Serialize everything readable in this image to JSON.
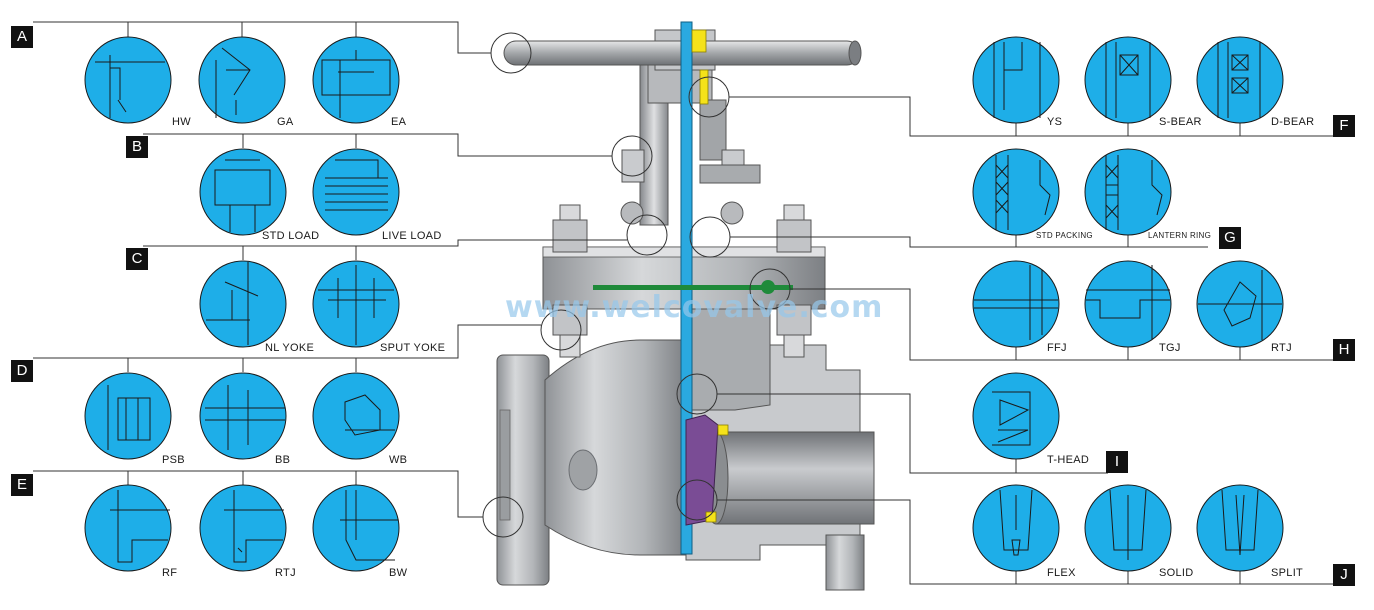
{
  "watermark": "www.welcovalve.com",
  "colors": {
    "circle_fill": "#1eaee8",
    "body_gray": "#b8babd",
    "stem_blue": "#2aa9e0",
    "yellow": "#f5e21a",
    "purple": "#7a4c95",
    "green": "#1f8a3a"
  },
  "groups": [
    {
      "letter": "A",
      "options": [
        "HW",
        "GA",
        "EA"
      ]
    },
    {
      "letter": "B",
      "options": [
        "STD LOAD",
        "LIVE LOAD"
      ]
    },
    {
      "letter": "C",
      "options": [
        "NL YOKE",
        "SPUT YOKE"
      ]
    },
    {
      "letter": "D",
      "options": [
        "PSB",
        "BB",
        "WB"
      ]
    },
    {
      "letter": "E",
      "options": [
        "RF",
        "RTJ",
        "BW"
      ]
    },
    {
      "letter": "F",
      "options": [
        "YS",
        "S-BEAR",
        "D-BEAR"
      ]
    },
    {
      "letter": "G",
      "options": [
        "STD PACKING",
        "LANTERN RING"
      ]
    },
    {
      "letter": "H",
      "options": [
        "FFJ",
        "TGJ",
        "RTJ"
      ]
    },
    {
      "letter": "I",
      "options": [
        "T-HEAD"
      ]
    },
    {
      "letter": "J",
      "options": [
        "FLEX",
        "SOLID",
        "SPLIT"
      ]
    }
  ]
}
